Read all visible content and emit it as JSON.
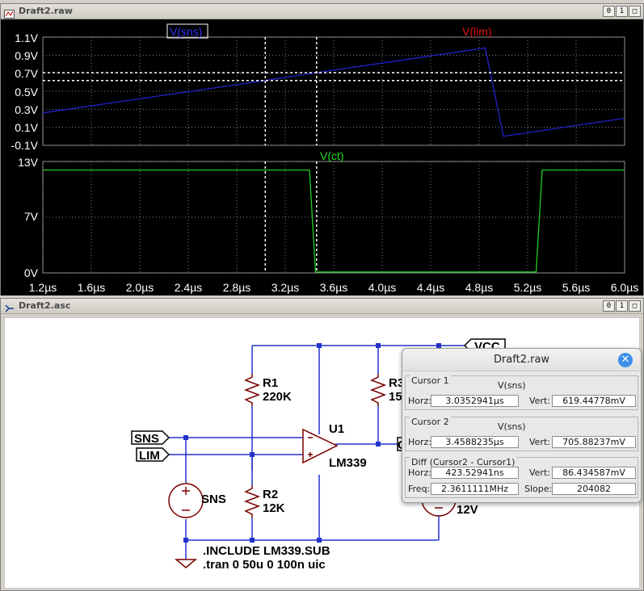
{
  "top_window": {
    "title": "Draft2.raw",
    "buttons": [
      "0",
      "1",
      "□"
    ],
    "pane1": {
      "y_ticks": [
        "1.1V",
        "0.9V",
        "0.7V",
        "0.5V",
        "0.3V",
        "0.1V",
        "-0.1V"
      ],
      "trace_labels": [
        "V(sns)",
        "V(lim)"
      ]
    },
    "pane2": {
      "y_ticks": [
        "13V",
        "7V",
        "0V"
      ],
      "trace_labels": [
        "V(ct)"
      ]
    },
    "x_ticks": [
      "1.2µs",
      "1.6µs",
      "2.0µs",
      "2.4µs",
      "2.8µs",
      "3.2µs",
      "3.6µs",
      "4.0µs",
      "4.4µs",
      "4.8µs",
      "5.2µs",
      "5.6µs",
      "6.0µs"
    ],
    "colors": {
      "sns": "#2222cc",
      "lim": "#cc1111",
      "ct": "#22cc22",
      "bg": "#000000",
      "grid": "#808080"
    }
  },
  "bottom_window": {
    "title": "Draft2.asc",
    "buttons": [
      "0",
      "1",
      "□"
    ],
    "schematic": {
      "labels": {
        "r1": "R1",
        "r1v": "220K",
        "r2": "R2",
        "r2v": "12K",
        "r3": "R3",
        "r3v": "15",
        "u1": "U1",
        "u1v": "LM339",
        "sns_src": "SNS",
        "v12": "12V",
        "port_sns": "SNS",
        "port_lim": "LIM",
        "port_vcc": "VCC",
        "port_ct": "C",
        "directive1": ".INCLUDE LM339.SUB",
        "directive2": ".tran 0 50u 0 100n uic"
      },
      "colors": {
        "wire": "#2222cc",
        "comp": "#7a0000",
        "bg": "#ffffff",
        "text": "#000000"
      }
    }
  },
  "cursor_dialog": {
    "title": "Draft2.raw",
    "cursor1": {
      "group": "Cursor 1",
      "trace": "V(sns)",
      "horz_label": "Horz:",
      "horz": "3.0352941µs",
      "vert_label": "Vert:",
      "vert": "619.44778mV"
    },
    "cursor2": {
      "group": "Cursor 2",
      "trace": "V(sns)",
      "horz_label": "Horz:",
      "horz": "3.4588235µs",
      "vert_label": "Vert:",
      "vert": "705.88237mV"
    },
    "diff": {
      "group": "Diff (Cursor2 - Cursor1)",
      "horz_label": "Horz:",
      "horz": "423.52941ns",
      "vert_label": "Vert:",
      "vert": "86.434587mV",
      "freq_label": "Freq:",
      "freq": "2.3611111MHz",
      "slope_label": "Slope:",
      "slope": "204082"
    }
  },
  "chart_data": {
    "type": "line",
    "x_range": [
      1.2,
      6.0
    ],
    "x_unit": "µs",
    "panes": [
      {
        "ylim": [
          -0.1,
          1.1
        ],
        "series": [
          {
            "name": "V(sns)",
            "points": [
              [
                1.2,
                0.26
              ],
              [
                3.0353,
                0.619
              ],
              [
                3.4588,
                0.706
              ],
              [
                4.85,
                0.98
              ],
              [
                5.0,
                0.0
              ],
              [
                6.0,
                0.2
              ]
            ]
          }
        ],
        "cursors": [
          {
            "x": 3.0353,
            "y": 0.619
          },
          {
            "x": 3.4588,
            "y": 0.706
          }
        ]
      },
      {
        "ylim": [
          0,
          13
        ],
        "series": [
          {
            "name": "V(ct)",
            "points": [
              [
                1.2,
                12
              ],
              [
                3.4,
                12
              ],
              [
                3.45,
                0.1
              ],
              [
                5.27,
                0.1
              ],
              [
                5.32,
                12
              ],
              [
                6.0,
                12
              ]
            ]
          }
        ]
      }
    ]
  }
}
